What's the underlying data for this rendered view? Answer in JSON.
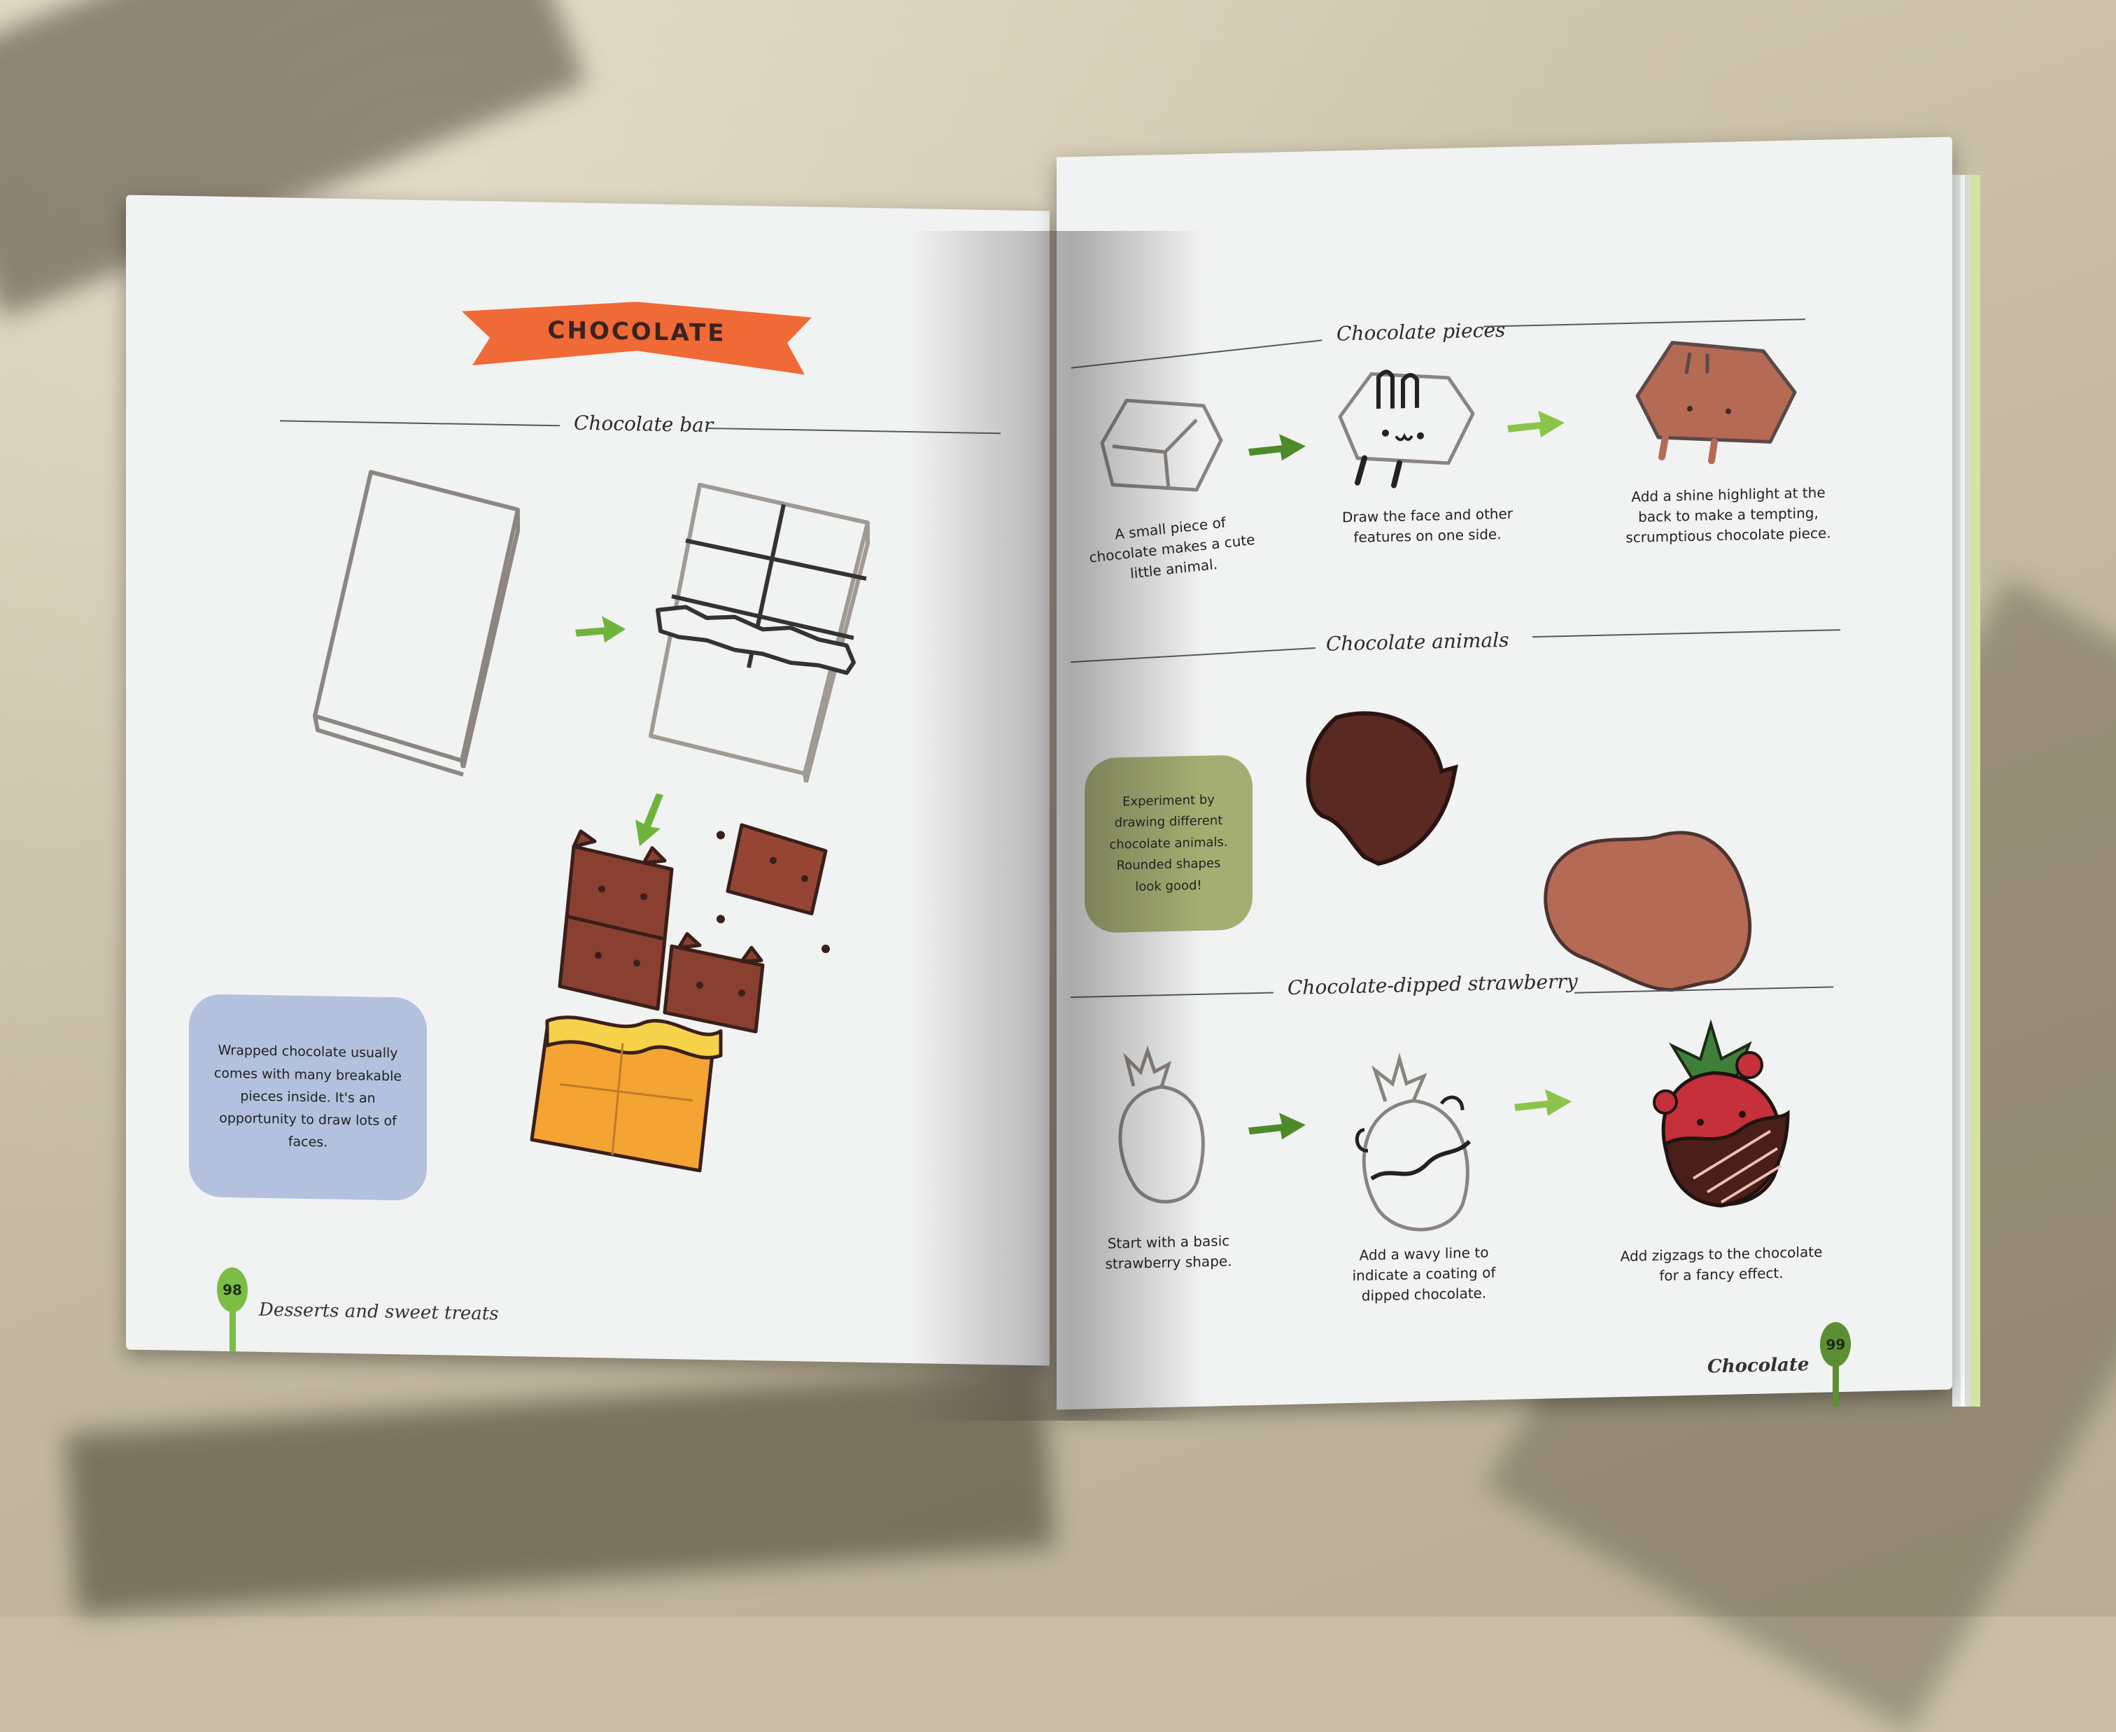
{
  "scene": {
    "description": "Open drawing book lying on a beige textured surface in sunlight",
    "colors": {
      "background": "#c9bfa6",
      "paper": "#f1f2f2",
      "banner": "#ef6a37",
      "arrow_green": "#6fb43a",
      "arrow_green_dark": "#4f8a2a",
      "chocolate_dark": "#5a2a22",
      "chocolate_mid": "#8a4030",
      "chocolate_light": "#b56a55",
      "wrapper_orange": "#f4a433",
      "wrapper_gold": "#f6d24a",
      "tip_blue": "#b3c1de",
      "tip_green": "#a5ae72",
      "strawberry_red": "#c6303a",
      "leaf_green": "#3f7f3b"
    }
  },
  "left_page": {
    "banner_title": "CHOCOLATE",
    "section_title": "Chocolate bar",
    "tip": "Wrapped chocolate usually comes with many breakable pieces inside. It's an opportunity to draw lots of faces.",
    "folio": {
      "page_number": "98",
      "running_head": "Desserts and sweet treats"
    }
  },
  "right_page": {
    "sections": [
      {
        "title": "Chocolate pieces",
        "steps": [
          "A small piece of chocolate makes a cute little animal.",
          "Draw the face and other features on one side.",
          "Add a shine highlight at the back to make a tempting, scrumptious chocolate piece."
        ]
      },
      {
        "title": "Chocolate animals",
        "tip": "Experiment by drawing different chocolate animals. Rounded shapes look good!"
      },
      {
        "title": "Chocolate-dipped strawberry",
        "steps": [
          "Start with a basic strawberry shape.",
          "Add a wavy line to indicate a coating of dipped chocolate.",
          "Add zigzags to the chocolate for a fancy effect."
        ]
      }
    ],
    "folio": {
      "page_number": "99",
      "running_head": "Chocolate"
    }
  }
}
